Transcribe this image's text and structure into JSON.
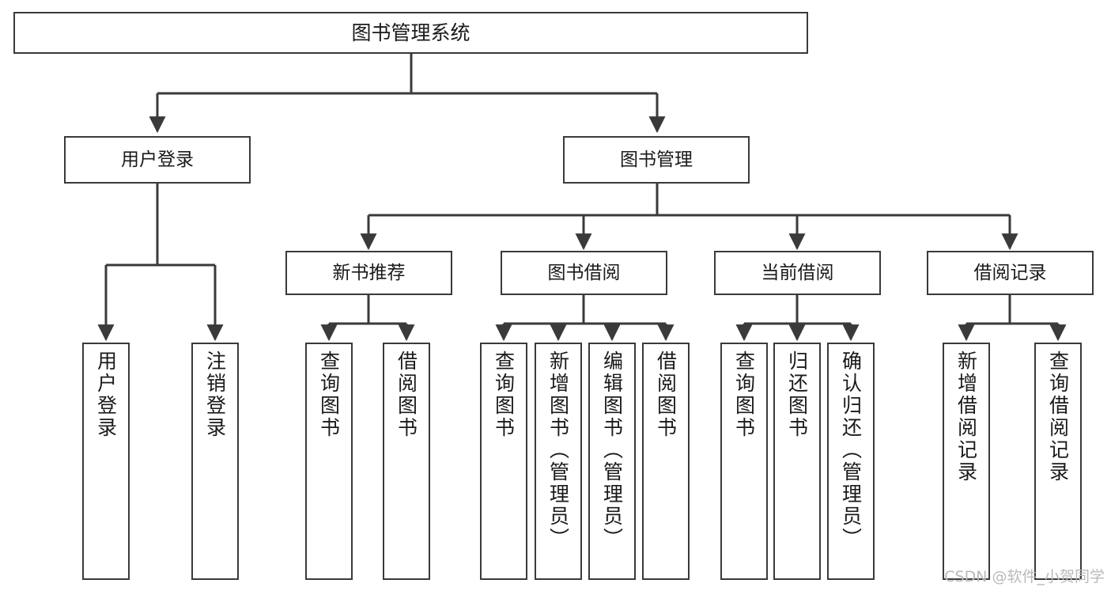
{
  "diagram": {
    "type": "tree",
    "title": "图书管理系统",
    "stroke_color": "#3a3a3a",
    "fill_color": "#ffffff",
    "text_color": "#1a1a1a",
    "root": {
      "label": "图书管理系统"
    },
    "level2": [
      {
        "label": "用户登录"
      },
      {
        "label": "图书管理"
      }
    ],
    "level3": [
      {
        "label": "新书推荐"
      },
      {
        "label": "图书借阅"
      },
      {
        "label": "当前借阅"
      },
      {
        "label": "借阅记录"
      }
    ],
    "leaves": {
      "user_login": [
        {
          "label": "用户登录"
        },
        {
          "label": "注销登录"
        }
      ],
      "new_book": [
        {
          "label": "查询图书"
        },
        {
          "label": "借阅图书"
        }
      ],
      "book_borrow": [
        {
          "label": "查询图书"
        },
        {
          "label": "新增图书（管理员）"
        },
        {
          "label": "编辑图书（管理员）"
        },
        {
          "label": "借阅图书"
        }
      ],
      "current_borrow": [
        {
          "label": "查询图书"
        },
        {
          "label": "归还图书"
        },
        {
          "label": "确认归还（管理员）"
        }
      ],
      "borrow_record": [
        {
          "label": "新增借阅记录"
        },
        {
          "label": "查询借阅记录"
        }
      ]
    }
  },
  "watermark": {
    "text": "CSDN @软件_小贺同学"
  }
}
